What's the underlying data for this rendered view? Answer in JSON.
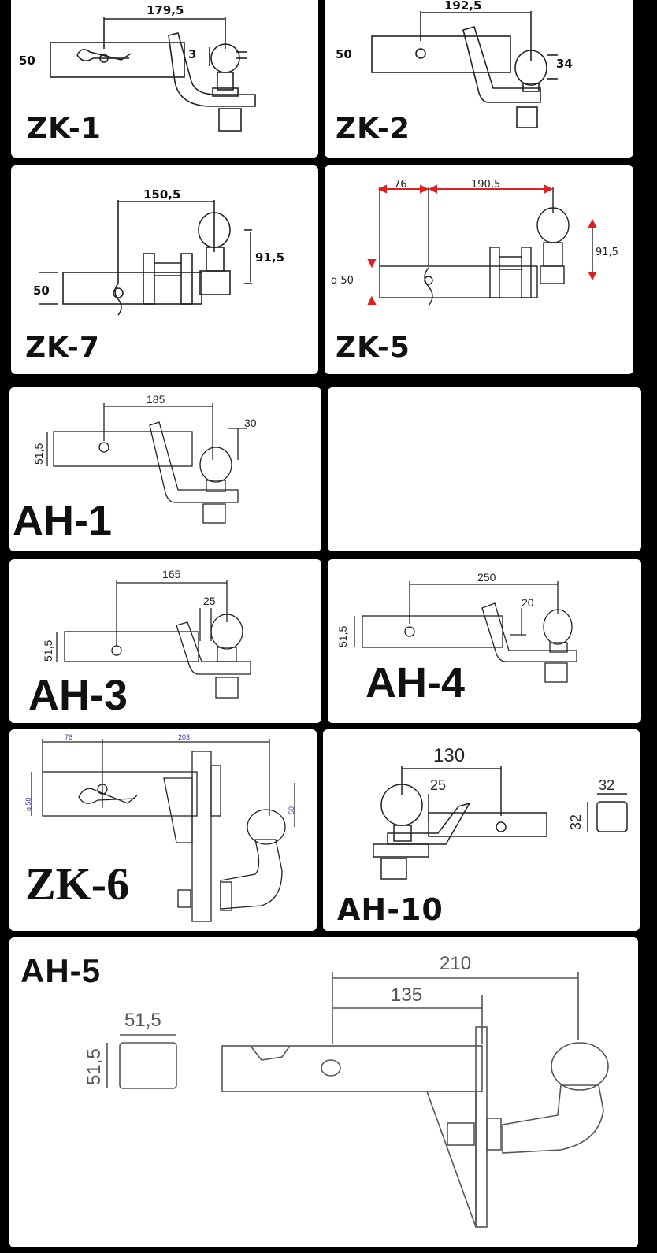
{
  "panels": {
    "zk1": {
      "name": "ZK-1",
      "dims": {
        "length": "179,5",
        "offset": "3",
        "height": "50"
      }
    },
    "zk2": {
      "name": "ZK-2",
      "dims": {
        "length": "192,5",
        "offset": "34",
        "height": "50"
      }
    },
    "zk7": {
      "name": "ZK-7",
      "dims": {
        "length": "150,5",
        "ball_height": "91,5",
        "height": "50"
      }
    },
    "zk5": {
      "name": "ZK-5",
      "dims": {
        "front": "76",
        "length": "190,5",
        "ball_height": "91,5",
        "height": "q 50"
      }
    },
    "ah1": {
      "name": "AH-1",
      "dims": {
        "length": "185",
        "offset": "30",
        "height": "51,5"
      }
    },
    "ah3": {
      "name": "AH-3",
      "dims": {
        "length": "165",
        "offset": "25",
        "height": "51,5"
      }
    },
    "ah4": {
      "name": "AH-4",
      "dims": {
        "length": "250",
        "offset": "20",
        "height": "51,5"
      }
    },
    "zk6": {
      "name": "ZK-6",
      "dims": {
        "front": "76",
        "length": "203",
        "height": "q 50",
        "drop": "50"
      }
    },
    "ah10": {
      "name": "AH-10",
      "dims": {
        "length": "130",
        "offset": "25",
        "width": "32",
        "height": "32"
      }
    },
    "ah5": {
      "name": "AH-5",
      "dims": {
        "length": "210",
        "length_inner": "135",
        "width": "51,5",
        "height": "51,5"
      }
    }
  },
  "colors": {
    "background": "#000000",
    "panel": "#ffffff",
    "line": "#222222",
    "arrow": "#e02020"
  }
}
